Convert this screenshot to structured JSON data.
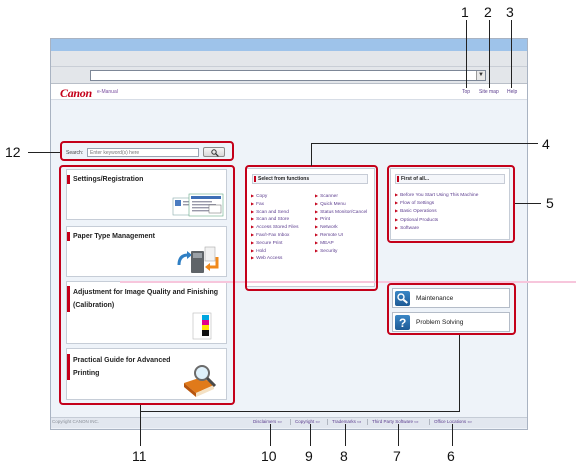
{
  "canon": {
    "logo": "Canon",
    "product": "e-Manual",
    "top_links": [
      "Top",
      "Site map",
      "Help"
    ]
  },
  "search": {
    "label": "Search:",
    "placeholder": "Enter keyword(s) here"
  },
  "cards": [
    {
      "title": "Settings/Registration"
    },
    {
      "title": "Paper Type Management"
    },
    {
      "title": "Adjustment for Image Quality and Finishing (Calibration)"
    },
    {
      "title": "Practical Guide for Advanced Printing"
    }
  ],
  "functions": {
    "title": "Select from functions",
    "col1": [
      "Copy",
      "Fax",
      "Scan and Send",
      "Scan and Store",
      "Access Stored Files",
      "Fax/I-Fax Inbox",
      "Secure Print",
      "Hold",
      "Web Access"
    ],
    "col2": [
      "Scanner",
      "Quick Menu",
      "Status Monitor/Cancel",
      "Print",
      "Network",
      "Remote UI",
      "MEAP",
      "Security"
    ]
  },
  "first": {
    "title": "First of all...",
    "items": [
      "Before You Start Using This Machine",
      "Flow of Settings",
      "Basic Operations",
      "Optional Products",
      "Software"
    ]
  },
  "support": {
    "maintenance": "Maintenance",
    "problem": "Problem Solving"
  },
  "footer": {
    "copyright": "Copyright CANON INC.",
    "links": [
      "Disclaimers",
      "Copyright",
      "Trademarks",
      "Third Party Software",
      "Office Locations"
    ]
  },
  "callouts": [
    "1",
    "2",
    "3",
    "4",
    "5",
    "6",
    "7",
    "8",
    "9",
    "10",
    "11",
    "12"
  ],
  "colors": {
    "canon_red": "#c4001a",
    "callout_red": "#c4001a",
    "link_purple": "#5b3c8e"
  }
}
